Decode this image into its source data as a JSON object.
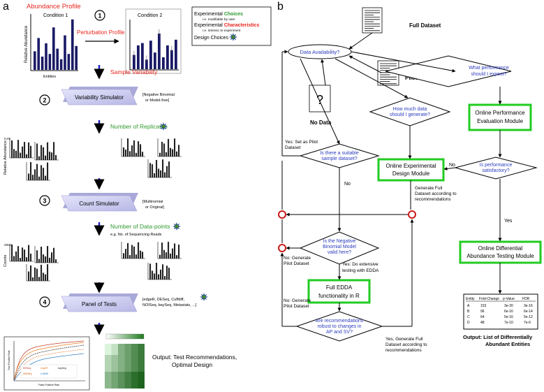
{
  "panel_a": {
    "label": "a",
    "abundance_profile": "Abundance Profile",
    "condition1": "Condition 1",
    "condition2": "Condition 2",
    "relative_abundance": "Relative Abundance",
    "entities": "Entities",
    "perturbation_profile": "Perturbation Profile",
    "step1": "1",
    "sample_variability": "Sample Variability",
    "step2": "2",
    "variability_simulator": "Variability Simulator",
    "vs_options_1": "[Negative Binomial",
    "vs_options_2": "or   Model-free]",
    "number_of_replicates": "Number of Replicates",
    "tick_005": "0.05",
    "step3": "3",
    "count_simulator": "Count Simulator",
    "cs_options_1": "[Multinomial",
    "cs_options_2": "or   Original]",
    "number_of_datapoints": "Number of Data-points",
    "datapoints_example": "e.g. No. of Sequencing Reads",
    "tick_2000": "2000",
    "counts": "Counts",
    "step4": "4",
    "panel_of_tests": "Panel of Tests",
    "tests_1": "[edgeR, DESeq, Cuffdiff,",
    "tests_2": "NOISeq, baySeq, Metastats, ...]",
    "output_1": "Output: Test Recommendations,",
    "output_2": "Optimal Design",
    "roc_xlabel": "False Positive Rate",
    "roc_ylabel": "True Positive Rate",
    "roc_legend": [
      "DESeq",
      "edgeR",
      "baySeq",
      "NOISeq",
      "Cuffdiff"
    ],
    "legend_title": "Experimental",
    "legend_choices": "Choices",
    "legend_choices_note": "i.e. modifiable by user",
    "legend_experimental2": "Experimental",
    "legend_characteristics": "Characteristics",
    "legend_char_note": "i.e. intrinsic to experiment",
    "legend_design": "Design Choices"
  },
  "panel_b": {
    "label": "b",
    "full_dataset": "Full Dataset",
    "pilot_dataset": "Pilot Dataset",
    "no_data": "No Data",
    "question_mark": "?",
    "data_availability": "Data Availability?",
    "what_performance_1": "What performance",
    "what_performance_2": "should I expect?",
    "how_much_1": "How much data",
    "how_much_2": "should I generate?",
    "suitable_1": "Is there a suitable",
    "suitable_2": "sample dataset?",
    "yes_set_1": "Yes: Set as Pilot",
    "yes_set_2": "Dataset",
    "no": "No",
    "online_perf_1": "Online Performance",
    "online_perf_2": "Evaluation Module",
    "perf_sat_1": "Is performance",
    "perf_sat_2": "satisfactory?",
    "online_exp_1": "Online Experimental",
    "online_exp_2": "Design Module",
    "no2": "No",
    "gen_full_1": "Generate Full",
    "gen_full_2": "Dataset according to",
    "gen_full_3": "recommendations",
    "yes": "Yes",
    "nb_model_1": "Is the Negative",
    "nb_model_2": "Binomial Model",
    "nb_model_3": "valid here?",
    "no_gen_pilot_1": "No: Generate",
    "no_gen_pilot_2": "Pilot Dataset",
    "yes_extensive_1": "Yes: Do extensive",
    "yes_extensive_2": "testing with EDDA",
    "online_diff_1": "Online Differential",
    "online_diff_2": "Abundance Testing Module",
    "full_edda_1": "Full EDDA",
    "full_edda_2": "functionality in R",
    "no_gen_pilot_b_1": "No: Generate",
    "no_gen_pilot_b_2": "Pilot Dataset",
    "robust_1": "Are recommendations",
    "robust_2": "robust to changes in",
    "robust_3": "AP and SV?",
    "yes_gen_full_1": "Yes, Generate Full",
    "yes_gen_full_2": "Dataset according to",
    "yes_gen_full_3": "recommendations",
    "output_1": "Output: List of Differentially",
    "output_2": "Abundant Entities",
    "table": {
      "headers": [
        "Entity",
        "Fold-Change",
        "p-Value",
        "FDR"
      ],
      "rows": [
        [
          "A",
          "153",
          "3e-20",
          "3e-16"
        ],
        [
          "B",
          "96",
          "6e-16",
          "6e-14"
        ],
        [
          "C",
          "64",
          "5e-16",
          "5e-12"
        ],
        [
          "D",
          "48",
          "7e-10",
          "7e-6"
        ]
      ]
    }
  },
  "colors": {
    "red": "#e8241c",
    "green": "#2f9a2f",
    "blue_text": "#2b3bbd",
    "arrow_blue": "#2222cc",
    "box_green": "#22cc22",
    "sim_box": "#c9c9ef"
  }
}
